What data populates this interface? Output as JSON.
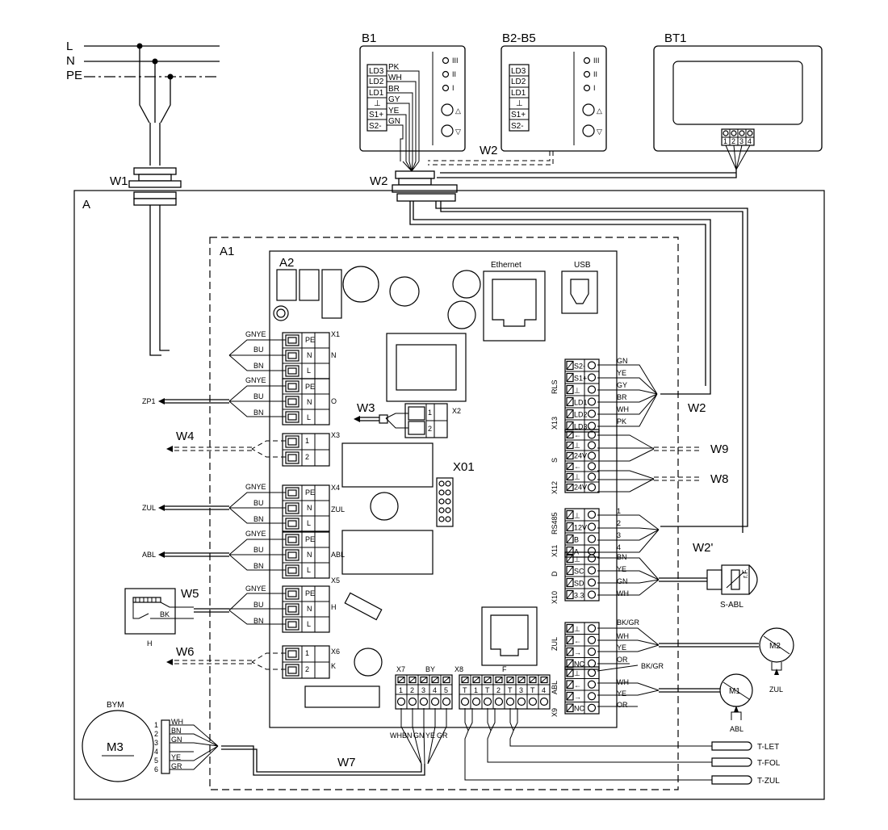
{
  "mains": {
    "lines": [
      "L",
      "N",
      "PE"
    ]
  },
  "devices": {
    "b1": {
      "title": "B1",
      "terminals": [
        "LD3",
        "LD2",
        "LD1",
        "⊥",
        "S1+",
        "S2-"
      ],
      "colors": [
        "PK",
        "WH",
        "BR",
        "GY",
        "YE",
        "GN"
      ],
      "leds": [
        "III",
        "II",
        "I"
      ]
    },
    "b2": {
      "title": "B2-B5",
      "terminals": [
        "LD3",
        "LD2",
        "LD1",
        "⊥",
        "S1+",
        "S2-"
      ],
      "leds": [
        "III",
        "II",
        "I"
      ]
    },
    "bt1": {
      "title": "BT1",
      "pins": [
        "1",
        "2",
        "3",
        "4"
      ]
    }
  },
  "enclosure": {
    "label": "A",
    "board_group": "A1",
    "board": "A2",
    "ethernet": "Ethernet",
    "usb": "USB",
    "x01": "X01"
  },
  "cables": {
    "w1": "W1",
    "w2_top": "W2",
    "w2_mid": "W2",
    "w2_right": "W2",
    "w2_prime": "W2'",
    "w3": "W3",
    "w4": "W4",
    "w5": "W5",
    "w6": "W6",
    "w7": "W7",
    "w8": "W8",
    "w9": "W9"
  },
  "left_blocks": {
    "x1": {
      "name": "X1",
      "func": "N",
      "pins": [
        "PE",
        "N",
        "L"
      ],
      "wires": [
        "GNYE",
        "BU",
        "BN"
      ]
    },
    "x1o": {
      "func": "O",
      "pins": [
        "PE",
        "N",
        "L"
      ],
      "wires": [
        "GNYE",
        "BU",
        "BN"
      ],
      "target": "ZP1"
    },
    "x3": {
      "name": "X3",
      "pins": [
        "1",
        "2"
      ]
    },
    "x4": {
      "name": "X4",
      "func": "ZUL",
      "pins": [
        "PE",
        "N",
        "L"
      ],
      "wires": [
        "GNYE",
        "BU",
        "BN"
      ],
      "target": "ZUL"
    },
    "x4abl": {
      "func": "ABL",
      "pins": [
        "PE",
        "N",
        "L"
      ],
      "wires": [
        "GNYE",
        "BU",
        "BN"
      ],
      "target": "ABL"
    },
    "x5": {
      "name": "X5",
      "func": "H",
      "pins": [
        "PE",
        "N",
        "L"
      ],
      "wires": [
        "GNYE",
        "BU",
        "BN"
      ]
    },
    "x6": {
      "name": "X6",
      "func": "K",
      "pins": [
        "1",
        "2"
      ]
    },
    "x2": {
      "name": "X2",
      "pins": [
        "1",
        "2"
      ]
    }
  },
  "heater": {
    "label": "H",
    "wire": "BK"
  },
  "right_blocks": {
    "x13": {
      "name": "X13",
      "func": "RLS",
      "pins": [
        "S2-",
        "S1+",
        "⊥",
        "LD1",
        "LD2",
        "LD3"
      ],
      "wires": [
        "GN",
        "YE",
        "GY",
        "BR",
        "WH",
        "PK"
      ]
    },
    "x12": {
      "name": "X12",
      "func": "S",
      "pins": [
        "←",
        "⊥",
        "24V",
        "←",
        "⊥",
        "24V"
      ]
    },
    "x11": {
      "name": "X11",
      "func": "RS485",
      "pins": [
        "⊥",
        "12V",
        "B",
        "A"
      ],
      "wires": [
        "1",
        "2",
        "3",
        "4"
      ]
    },
    "x10": {
      "name": "X10",
      "func": "D",
      "pins": [
        "⊥",
        "SC",
        "SD",
        "3.3"
      ],
      "wires": [
        "BN",
        "YE",
        "GN",
        "WH"
      ]
    },
    "x9zul": {
      "func": "ZUL",
      "pins": [
        "⊥",
        "←",
        "→",
        "NC"
      ],
      "wires": [
        "BK/GR",
        "WH",
        "YE",
        "OR"
      ]
    },
    "x9abl": {
      "name": "X9",
      "func": "ABL",
      "pins": [
        "⊥",
        "←",
        "→",
        "NC"
      ],
      "wires": [
        "BK/GR",
        "WH",
        "YE",
        "OR"
      ]
    }
  },
  "sensor": {
    "label": "S-ABL",
    "tag": "r.F."
  },
  "motors": {
    "m1": "M1",
    "m1_label": "ABL",
    "m2": "M2",
    "m2_label": "ZUL",
    "m3": "M3",
    "m3_title": "BYM",
    "m3_pins": [
      "1",
      "2",
      "3",
      "4",
      "5",
      "6"
    ],
    "m3_wires": [
      "WH",
      "BN",
      "GN",
      "YE",
      "GR"
    ]
  },
  "bottom_blocks": {
    "x7": {
      "name": "X7",
      "func": "BY",
      "pins": [
        "1",
        "2",
        "3",
        "4",
        "5"
      ],
      "wires": [
        "WH",
        "BN",
        "GN",
        "YE",
        "GR"
      ]
    },
    "x8": {
      "name": "X8",
      "func": "F",
      "pins": [
        "T",
        "1",
        "T",
        "2",
        "T",
        "3",
        "T",
        "4"
      ]
    }
  },
  "temp_sensors": [
    "T-LET",
    "T-FOL",
    "T-ZUL"
  ]
}
